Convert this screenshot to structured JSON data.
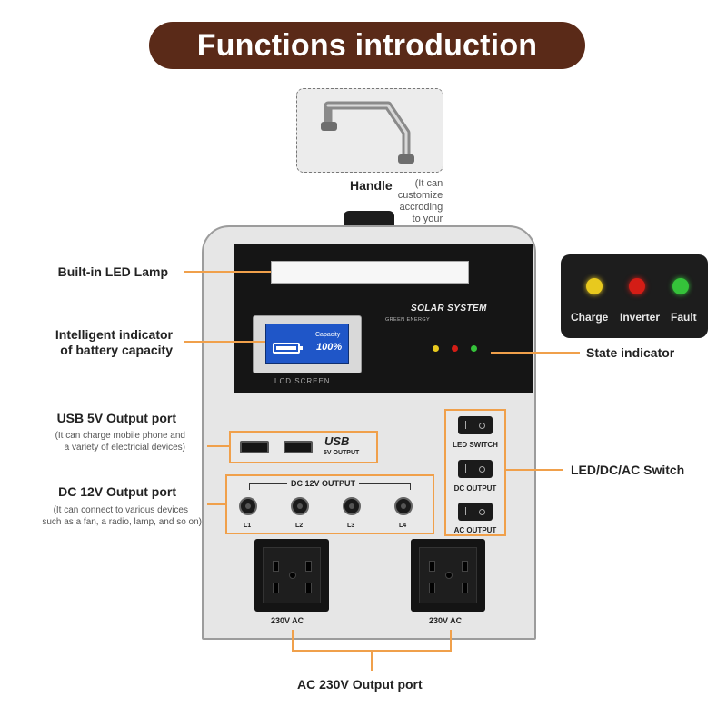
{
  "title": "Functions introduction",
  "handle": {
    "label": "Handle",
    "note": "(It can customize accroding to your needs)"
  },
  "device": {
    "solar_system": "SOLAR SYSTEM",
    "brand": "GREEN ENERGY",
    "lcd_screen": "LCD SCREEN",
    "lcd_capacity": "Capacity",
    "lcd_percent": "100%",
    "battery_level": 1.0,
    "usb_brand": "USB",
    "usb_sub": "5V OUTPUT",
    "dc_title": "DC 12V OUTPUT",
    "dc_ports": [
      "L1",
      "L2",
      "L3",
      "L4"
    ],
    "switches": [
      "LED SWITCH",
      "DC OUTPUT",
      "AC OUTPUT"
    ],
    "ac_labels": [
      "230V AC",
      "230V AC"
    ]
  },
  "callouts": {
    "led_lamp": "Built-in LED Lamp",
    "battery_line1": "Intelligent indicator",
    "battery_line2": "of battery capacity",
    "usb": "USB 5V Output port",
    "usb_note_line1": "(It can charge mobile phone and",
    "usb_note_line2": "a variety of electricial devices)",
    "dc": "DC 12V Output port",
    "dc_note_line1": "(It can connect to various devices",
    "dc_note_line2": "such as a fan, a radio, lamp, and so on)",
    "state": "State indicator",
    "switch": "LED/DC/AC Switch",
    "ac": "AC 230V Output port"
  },
  "state_indicator": {
    "items": [
      {
        "label": "Charge",
        "color": "#e8c91e"
      },
      {
        "label": "Inverter",
        "color": "#d41d16"
      },
      {
        "label": "Fault",
        "color": "#35c23a"
      }
    ]
  },
  "colors": {
    "accent": "#f0a04b",
    "title_bg": "#5a2a18"
  }
}
